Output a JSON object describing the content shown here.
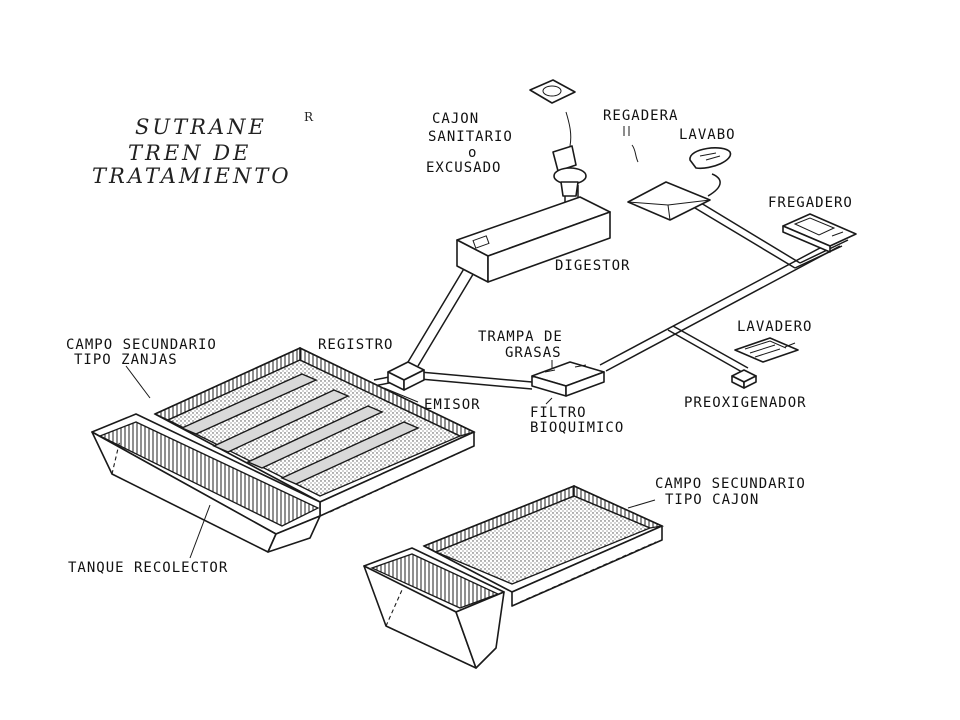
{
  "title": {
    "line1": "SUTRANE",
    "sup": "R",
    "line2": "TREN DE",
    "line3": "TRATAMIENTO"
  },
  "labels": {
    "cajon_1": "CAJON",
    "cajon_2": "SANITARIO",
    "cajon_3": "o",
    "cajon_4": "EXCUSADO",
    "regadera": "REGADERA",
    "lavabo": "LAVABO",
    "fregadero": "FREGADERO",
    "digestor": "DIGESTOR",
    "campo_zanjas_1": "CAMPO SECUNDARIO",
    "campo_zanjas_2": "TIPO ZANJAS",
    "registro": "REGISTRO",
    "trampa_1": "TRAMPA DE",
    "trampa_2": "GRASAS",
    "lavadero": "LAVADERO",
    "emisor": "EMISOR",
    "filtro_1": "FILTRO",
    "filtro_2": "BIOQUIMICO",
    "preoxigenador": "PREOXIGENADOR",
    "campo_cajon_1": "CAMPO SECUNDARIO",
    "campo_cajon_2": "TIPO CAJON",
    "tanque": "TANQUE RECOLECTOR"
  }
}
